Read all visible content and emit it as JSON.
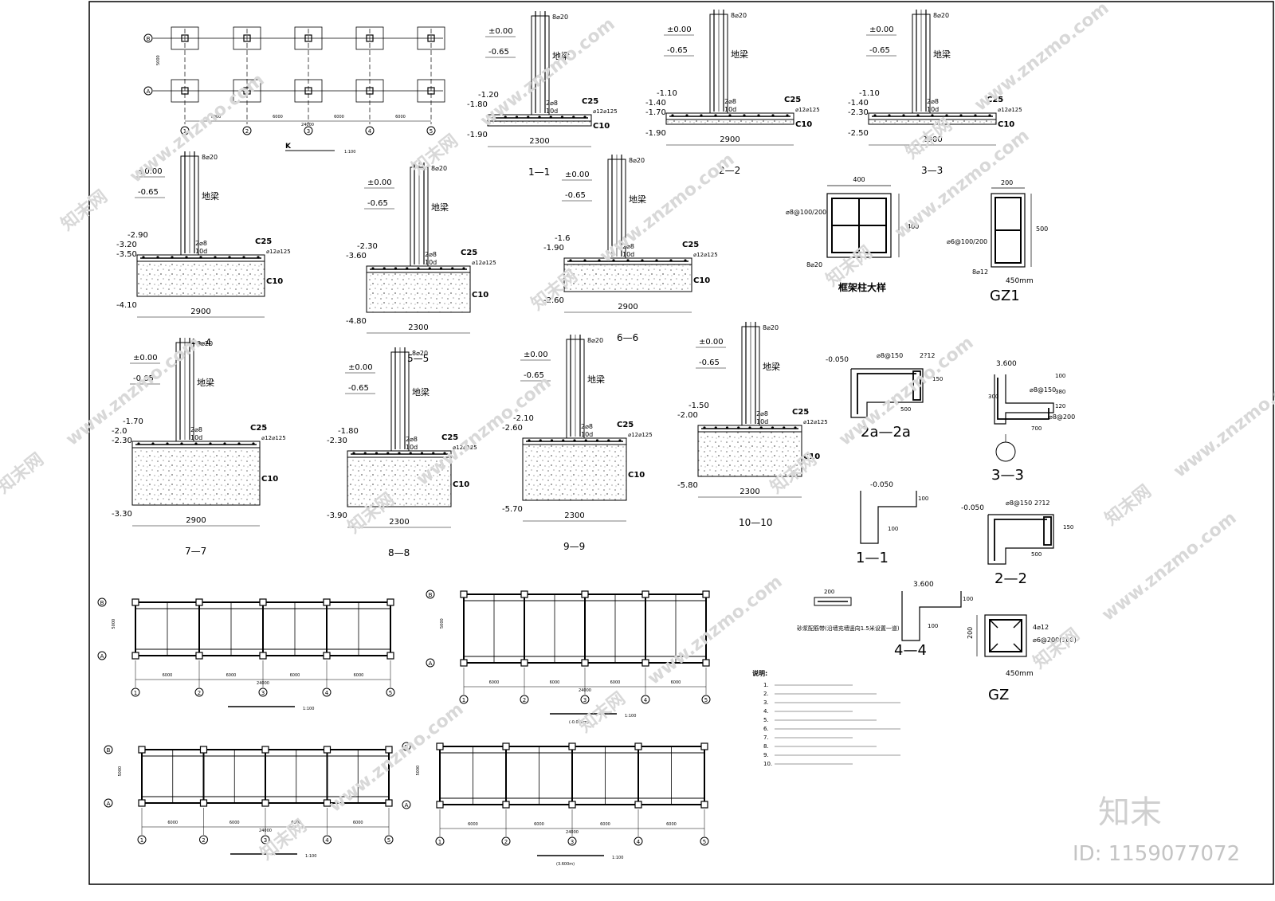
{
  "plan_top": {
    "title": "K",
    "scale": "1:100",
    "axes_x": [
      "1",
      "2",
      "3",
      "4",
      "5"
    ],
    "axes_y": [
      "A",
      "B"
    ],
    "spans": [
      "6000",
      "6000",
      "6000",
      "6000"
    ],
    "total": "24000",
    "bay": "5000"
  },
  "sections": [
    {
      "id": "1-1",
      "label": "1—1",
      "top": "±0.00",
      "l1": "-0.65",
      "l2": "-1.20",
      "l3": "-1.80",
      "bottom": "-1.90",
      "width": "2300",
      "rebar": "8⌀20",
      "beam": "地梁",
      "c25": "C25",
      "c10": "C10",
      "bar1": "2⌀8",
      "bar2": "10d",
      "bar3": "⌀12⌀125"
    },
    {
      "id": "2-2",
      "label": "2—2",
      "top": "±0.00",
      "l1": "-0.65",
      "l2": "-1.10",
      "l3": "-1.40",
      "l4": "-1.70",
      "bottom": "-1.90",
      "width": "2900",
      "rebar": "8⌀20",
      "beam": "地梁",
      "c25": "C25",
      "c10": "C10",
      "bar1": "2⌀8",
      "bar2": "10d",
      "bar3": "⌀12⌀125"
    },
    {
      "id": "3-3",
      "label": "3—3",
      "top": "±0.00",
      "l1": "-0.65",
      "l2": "-1.10",
      "l3": "-1.40",
      "l4": "-2.30",
      "bottom": "-2.50",
      "width": "2900",
      "rebar": "8⌀20",
      "beam": "地梁",
      "c25": "C25",
      "c10": "C10",
      "bar1": "2⌀8",
      "bar2": "10d",
      "bar3": "⌀12⌀125"
    },
    {
      "id": "4-4",
      "label": "4—4",
      "top": "±0.00",
      "l1": "-0.65",
      "l2": "-2.90",
      "l3": "-3.20",
      "l4": "-3.50",
      "bottom": "-4.10",
      "width": "2900",
      "rebar": "8⌀20",
      "beam": "地梁",
      "c25": "C25",
      "c10": "C10",
      "bar1": "2⌀8",
      "bar2": "10d",
      "bar3": "⌀12⌀125"
    },
    {
      "id": "5-5",
      "label": "5—5",
      "top": "±0.00",
      "l1": "-0.65",
      "l2": "-2.30",
      "l3": "-3.60",
      "bottom": "-4.80",
      "width": "2300",
      "rebar": "8⌀20",
      "beam": "地梁",
      "c25": "C25",
      "c10": "C10",
      "bar1": "2⌀8",
      "bar2": "10d",
      "bar3": "⌀12⌀125"
    },
    {
      "id": "6-6",
      "label": "6—6",
      "top": "±0.00",
      "l1": "-0.65",
      "l2": "-1.6",
      "l3": "-1.90",
      "bottom": "-2.60",
      "width": "2900",
      "rebar": "8⌀20",
      "beam": "地梁",
      "c25": "C25",
      "c10": "C10",
      "bar1": "2⌀8",
      "bar2": "10d",
      "bar3": "⌀12⌀125"
    },
    {
      "id": "7-7",
      "label": "7—7",
      "top": "±0.00",
      "l1": "-0.65",
      "l2": "-1.70",
      "l3": "-2.0",
      "l4": "-2.30",
      "bottom": "-3.30",
      "width": "2900",
      "rebar": "8⌀20",
      "beam": "地梁",
      "c25": "C25",
      "c10": "C10",
      "bar1": "2⌀8",
      "bar2": "10d",
      "bar3": "⌀12⌀125"
    },
    {
      "id": "8-8",
      "label": "8—8",
      "top": "±0.00",
      "l1": "-0.65",
      "l2": "-1.80",
      "l3": "-2.30",
      "bottom": "-3.90",
      "width": "2300",
      "rebar": "8⌀20",
      "beam": "地梁",
      "c25": "C25",
      "c10": "C10",
      "bar1": "2⌀8",
      "bar2": "10d",
      "bar3": "⌀12⌀125"
    },
    {
      "id": "9-9",
      "label": "9—9",
      "top": "±0.00",
      "l1": "-0.65",
      "l2": "-2.10",
      "l3": "-2.60",
      "bottom": "-5.70",
      "width": "2300",
      "rebar": "8⌀20",
      "beam": "地梁",
      "c25": "C25",
      "c10": "C10",
      "bar1": "2⌀8",
      "bar2": "10d",
      "bar3": "⌀12⌀125"
    },
    {
      "id": "10-10",
      "label": "10—10",
      "top": "±0.00",
      "l1": "-0.65",
      "l2": "-1.50",
      "l3": "-2.00",
      "bottom": "-5.80",
      "width": "2300",
      "rebar": "8⌀20",
      "beam": "地梁",
      "c25": "C25",
      "c10": "C10",
      "bar1": "2⌀8",
      "bar2": "10d",
      "bar3": "⌀12⌀125"
    }
  ],
  "column_detail": {
    "title": "框架柱大样",
    "dim_top": "400",
    "dim_side": "400",
    "stirrup": "⌀8@100/200",
    "bars": "8⌀20"
  },
  "gz1": {
    "title": "GZ1",
    "dim_top": "200",
    "dim_side": "500",
    "stirrup": "⌀6@100/200",
    "bars": "8⌀12",
    "note": "450mm"
  },
  "gz": {
    "title": "GZ",
    "dim_side": "200",
    "bars": "4⌀12",
    "stirrup": "⌀6@200(100)",
    "note": "450mm"
  },
  "details": {
    "d2a": {
      "label": "2a—2a",
      "elev": "-0.050",
      "b1": "⌀8@150",
      "b2": "2?12",
      "d1": "150",
      "d2": "500"
    },
    "d33": {
      "label": "3—3",
      "elev": "3.600",
      "b1": "⌀8@150",
      "b2": "⌀8@200",
      "d1": "100",
      "d2": "380",
      "d3": "120",
      "d4": "700",
      "d5": "300"
    },
    "d11": {
      "label": "1—1",
      "elev": "-0.050",
      "d1": "100",
      "d2": "100"
    },
    "d22": {
      "label": "2—2",
      "elev": "-0.050",
      "b1": "⌀8@150",
      "b2": "2?12",
      "d1": "150",
      "d2": "500"
    },
    "d44": {
      "label": "4—4",
      "elev": "3.600",
      "d1": "100",
      "d2": "100"
    },
    "band": {
      "label": "砂浆配筋带(沿墙充墙竖向1.5米设置一道)",
      "dim": "200"
    }
  },
  "plans_bottom": {
    "axes_x": [
      "1",
      "2",
      "3",
      "4",
      "5"
    ],
    "axes_y": [
      "A",
      "B"
    ],
    "spans": [
      "6000",
      "6000",
      "6000",
      "6000"
    ],
    "total": "24000",
    "bay": "5000",
    "scale": "1:100",
    "sub_a": "(-0.050m)",
    "sub_b": "(3.600m)"
  },
  "notes": {
    "title": "说明:",
    "items": [
      "1.",
      "2.",
      "3.",
      "4.",
      "5.",
      "6.",
      "7.",
      "8.",
      "9.",
      "10."
    ]
  },
  "watermark": {
    "site": "www.znzmo.com",
    "brand": "知末网",
    "logo": "知末",
    "id": "ID: 1159077072"
  }
}
